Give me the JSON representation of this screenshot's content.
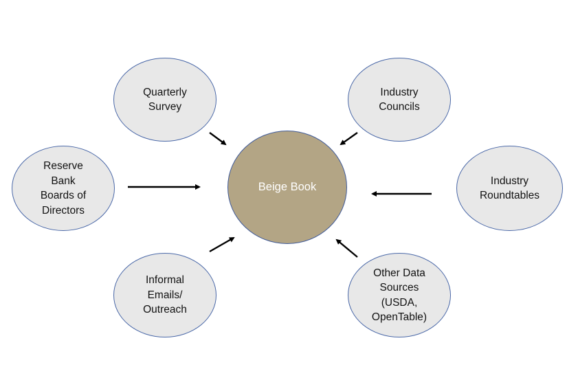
{
  "diagram": {
    "center": {
      "label": "Beige Book",
      "color": "#b3a585"
    },
    "sources": [
      {
        "id": "quarterly-survey",
        "label": "Quarterly\nSurvey"
      },
      {
        "id": "industry-councils",
        "label": "Industry\nCouncils"
      },
      {
        "id": "reserve-bank-boards",
        "label": "Reserve\nBank\nBoards of\nDirectors"
      },
      {
        "id": "industry-roundtables",
        "label": "Industry\nRoundtables"
      },
      {
        "id": "informal-emails-outreach",
        "label": "Informal\nEmails/\nOutreach"
      },
      {
        "id": "other-data-sources",
        "label": "Other Data\nSources\n(USDA,\nOpenTable)"
      }
    ],
    "node_fill": "#e8e8e8",
    "node_border": "#4a68a8",
    "arrow_color": "#000000"
  }
}
